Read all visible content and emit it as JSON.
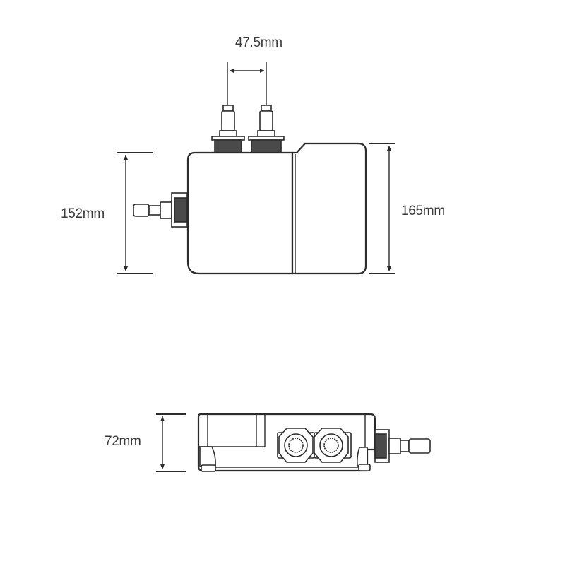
{
  "diagram": {
    "type": "technical-dimension-drawing",
    "subject": "concealed thermostatic shower valve",
    "views": [
      {
        "name": "front-view",
        "dimensions": {
          "inlet_spacing": "47.5mm",
          "left_height": "152mm",
          "right_height": "165mm"
        }
      },
      {
        "name": "bottom-view",
        "dimensions": {
          "depth": "72mm"
        }
      }
    ]
  },
  "labels": {
    "inlet_spacing": "47.5mm",
    "left_height": "152mm",
    "right_height": "165mm",
    "depth": "72mm"
  },
  "colors": {
    "line": "#2b2b2b",
    "fill_dark": "#4a4a4a",
    "text": "#3a3a3a",
    "background": "#ffffff"
  }
}
